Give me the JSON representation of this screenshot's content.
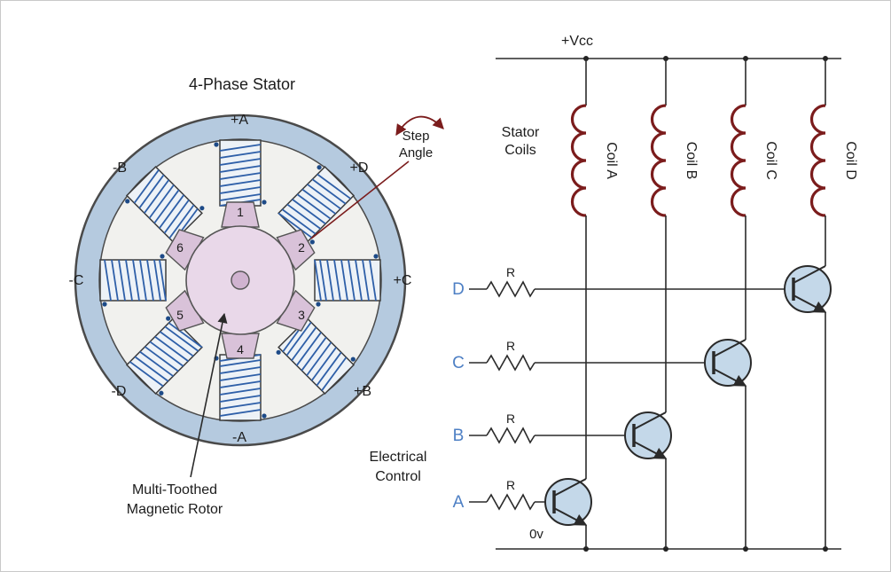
{
  "stator": {
    "title": "4-Phase Stator",
    "poles": [
      "+A",
      "+D",
      "+C",
      "+B",
      "-A",
      "-D",
      "-C",
      "-B"
    ],
    "teeth": [
      "1",
      "2",
      "3",
      "4",
      "5",
      "6"
    ],
    "step_angle": {
      "line1": "Step",
      "line2": "Angle"
    },
    "rotor_caption": {
      "line1": "Multi-Toothed",
      "line2": "Magnetic Rotor"
    }
  },
  "circuit": {
    "vcc": "+Vcc",
    "ground": "0v",
    "stator_coils": {
      "line1": "Stator",
      "line2": "Coils"
    },
    "electrical_control": {
      "line1": "Electrical",
      "line2": "Control"
    },
    "coils": [
      "Coil A",
      "Coil B",
      "Coil C",
      "Coil D"
    ],
    "inputs": [
      "D",
      "C",
      "B",
      "A"
    ],
    "resistor": "R"
  },
  "colors": {
    "coil_red": "#7b1c1c",
    "winding_blue": "#2e5fa8",
    "input_blue": "#4d7fc4",
    "stator_ring": "#b5cadf",
    "rotor_pink": "#e9d8e9",
    "transistor_fill": "#c4d8e9",
    "wire": "#2a2a2a"
  }
}
